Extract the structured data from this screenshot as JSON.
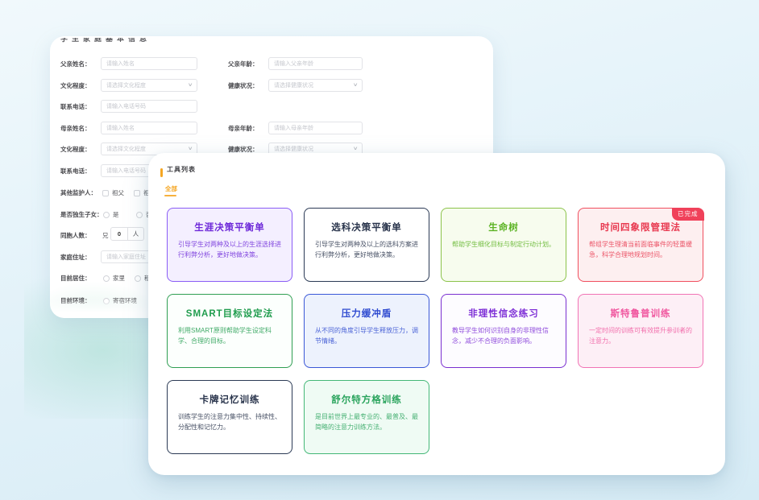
{
  "colors": {
    "page_bg_top": "#f1f9fc",
    "page_bg_bottom": "#d6ebf5",
    "accent_orange": "#f5a623",
    "badge_bg": "#f0415a",
    "badge_text": "#ffffff"
  },
  "form": {
    "title_clipped": "学生家庭基本信息",
    "father_name_label": "父亲姓名：",
    "father_name_placeholder": "请输入姓名",
    "father_age_label": "父亲年龄：",
    "father_age_placeholder": "请输入父亲年龄",
    "edu1_label": "文化程度：",
    "edu_placeholder": "请选择文化程度",
    "health1_label": "健康状况：",
    "health_placeholder": "请选择健康状况",
    "phone1_label": "联系电话：",
    "phone_placeholder": "请输入电话号码",
    "mother_name_label": "母亲姓名：",
    "mother_name_placeholder": "请输入姓名",
    "mother_age_label": "母亲年龄：",
    "mother_age_placeholder": "请输入母亲年龄",
    "edu2_label": "文化程度：",
    "health2_label": "健康状况：",
    "phone2_label": "联系电话：",
    "guardian_label": "其他监护人：",
    "guardian_opt1": "祖父",
    "guardian_opt2": "祖母",
    "only_child_label": "是否独生子女：",
    "only_child_yes": "是",
    "only_child_no": "否",
    "siblings_label": "同胞人数：",
    "siblings_prefix": "兄",
    "siblings_value": "0",
    "siblings_suffix": "人",
    "address_label": "家庭住址：",
    "address_placeholder": "请输入家庭住址",
    "residence_label": "目前居住：",
    "residence_opt1": "家里",
    "residence_opt2": "租",
    "clipped_row_label": "目前环境：",
    "clipped_row_opt": "寄宿环境",
    "select_chevron": "∨"
  },
  "tools": {
    "header": "工具列表",
    "tab_all": "全部",
    "cards": [
      {
        "title": "生涯决策平衡单",
        "desc": "引导学生对两种及以上的生涯选择进行利弊分析，更好地做决策。",
        "border": "#8a5cf5",
        "bg": "#f4efff",
        "text": "#6d28d9"
      },
      {
        "title": "选科决策平衡单",
        "desc": "引导学生对两种及以上的选科方案进行利弊分析，更好地做决策。",
        "border": "#2b3a55",
        "bg": "#ffffff",
        "text": "#27324a"
      },
      {
        "title": "生命树",
        "desc": "帮助学生细化目标与制定行动计划。",
        "border": "#8bc34a",
        "bg": "#f7fcee",
        "text": "#5cb324"
      },
      {
        "title": "时间四象限管理法",
        "desc": "帮组学生理清当前面临事件的轻重缓急，科学合理地规划时间。",
        "border": "#f04e5e",
        "bg": "#fdeff0",
        "text": "#e8384f",
        "badge": "已完成"
      },
      {
        "title": "SMART目标设定法",
        "desc": "利用SMART原则帮助学生设定科学、合理的目标。",
        "border": "#2f9e52",
        "bg": "#fcfffd",
        "text": "#1f9c4d"
      },
      {
        "title": "压力缓冲盾",
        "desc": "从不同的角度引导学生释放压力，调节情绪。",
        "border": "#3a57d7",
        "bg": "#edf2fd",
        "text": "#2f4bd0"
      },
      {
        "title": "非理性信念练习",
        "desc": "教导学生如何识别自身的非理性信念，减少不合理的负面影响。",
        "border": "#7a2fd0",
        "bg": "#fdfcff",
        "text": "#7d2ed6"
      },
      {
        "title": "斯特鲁普训练",
        "desc": "一定时间的训练可有效提升参训者的注意力。",
        "border": "#f173b5",
        "bg": "#fdeff6",
        "text": "#f0579f"
      },
      {
        "title": "卡牌记忆训练",
        "desc": "训练学生的注意力集中性、持续性、分配性和记忆力。",
        "border": "#2b3a55",
        "bg": "#ffffff",
        "text": "#27324a"
      },
      {
        "title": "舒尔特方格训练",
        "desc": "是目前世界上最专业的、最普及、最简略的注意力训练方法。",
        "border": "#43b777",
        "bg": "#effbf4",
        "text": "#2aa45d"
      }
    ]
  }
}
